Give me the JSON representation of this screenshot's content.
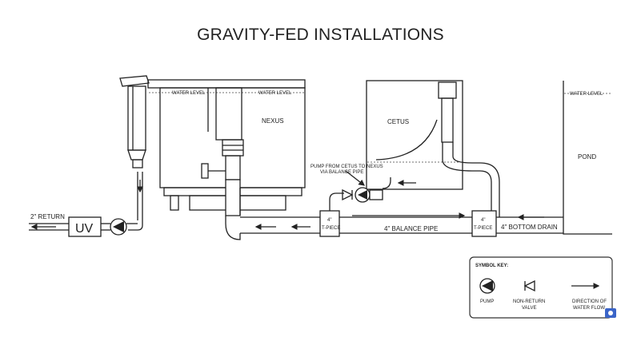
{
  "title": "GRAVITY-FED INSTALLATIONS",
  "labels": {
    "water_level": "WATER LEVEL",
    "nexus": "NEXUS",
    "cetus": "CETUS",
    "pond": "POND",
    "uv": "UV",
    "return": "2\" RETURN",
    "pump_note_1": "PUMP FROM CETUS TO NEXUS",
    "pump_note_2": "VIA BALANCE PIPE",
    "tpiece_size": "4\"",
    "tpiece": "T-PIECE",
    "balance_pipe": "4\" BALANCE PIPE",
    "bottom_drain": "4\" BOTTOM DRAIN"
  },
  "key": {
    "heading": "SYMBOL KEY:",
    "pump": "PUMP",
    "valve_1": "NON-RETURN",
    "valve_2": "VALVE",
    "flow_1": "DIRECTION OF",
    "flow_2": "WATER FLOW"
  },
  "icons": [
    "pump-icon",
    "non-return-valve-icon",
    "flow-arrow-icon",
    "camera-icon"
  ]
}
